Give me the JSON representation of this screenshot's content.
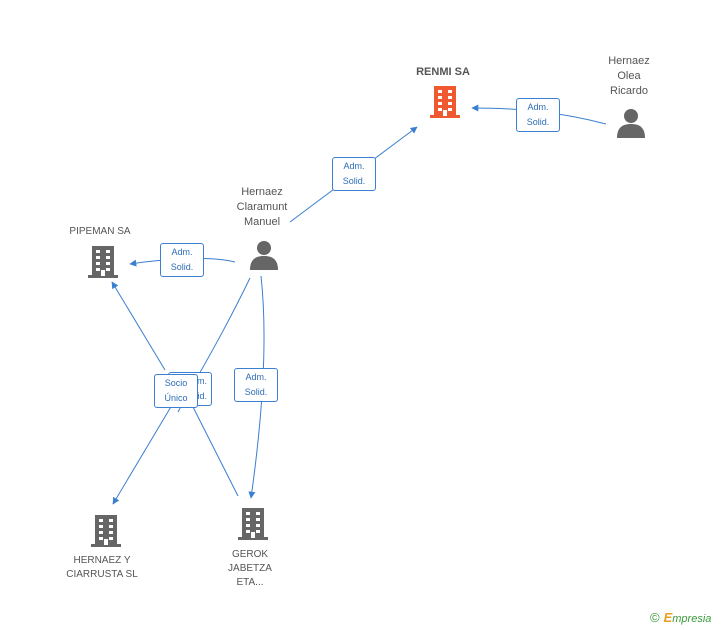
{
  "nodes": {
    "renmi": {
      "label": "RENMI SA",
      "kind": "company",
      "color": "#f0592f",
      "main": true
    },
    "hernaez_olea": {
      "label_lines": [
        "Hernaez",
        "Olea",
        "Ricardo"
      ],
      "kind": "person",
      "color": "#666666"
    },
    "hernaez_claramunt": {
      "label_lines": [
        "Hernaez",
        "Claramunt",
        "Manuel"
      ],
      "kind": "person",
      "color": "#666666"
    },
    "pipeman": {
      "label": "PIPEMAN SA",
      "kind": "company",
      "color": "#666666"
    },
    "hernaez_ciarrusta": {
      "label_lines": [
        "HERNAEZ Y",
        "CIARRUSTA SL"
      ],
      "kind": "company",
      "color": "#666666"
    },
    "gerok": {
      "label_lines": [
        "GEROK",
        "JABETZA",
        "ETA..."
      ],
      "kind": "company",
      "color": "#666666"
    }
  },
  "relations": {
    "olea_to_renmi": [
      "Adm.",
      "Solid."
    ],
    "claramunt_to_renmi": [
      "Adm.",
      "Solid."
    ],
    "claramunt_to_pipeman": [
      "Adm.",
      "Solid."
    ],
    "claramunt_to_gerok": [
      "Adm.",
      "Solid."
    ],
    "claramunt_to_ciarrusta_hidden": [
      "Adm.",
      "Solid."
    ],
    "socio_unico": [
      "Socio",
      "Único"
    ]
  },
  "colors": {
    "edge": "#3a7fd0",
    "accent": "#f0592f",
    "icon": "#666666"
  },
  "brand": {
    "copyright": "©",
    "first_letter": "E",
    "rest": "mpresia"
  }
}
